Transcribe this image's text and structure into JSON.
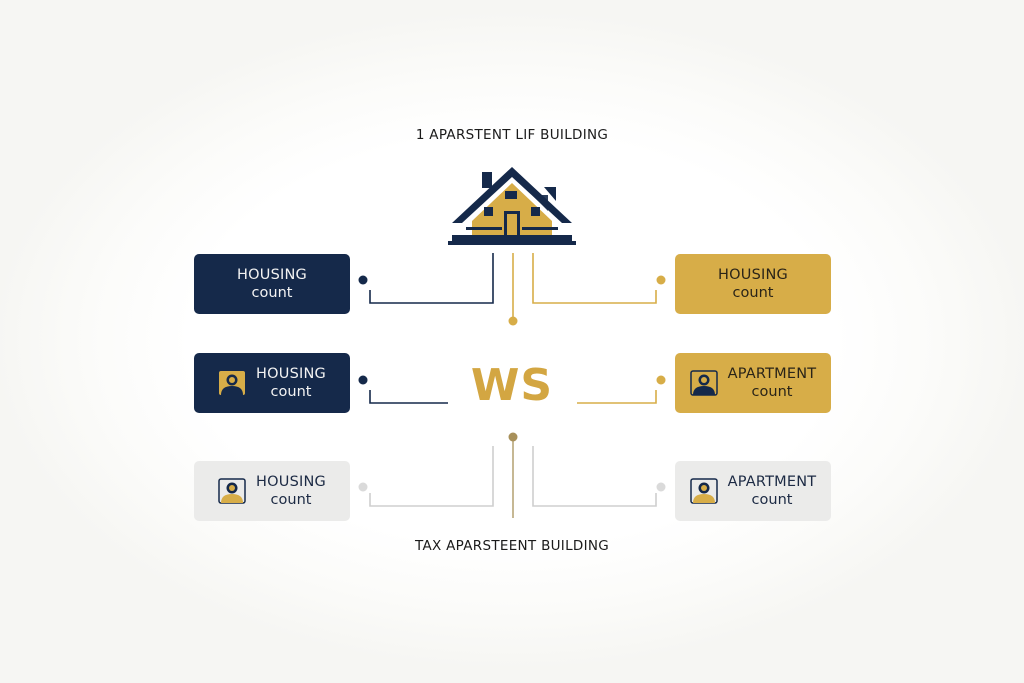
{
  "diagram": {
    "title_top": "1 APARSTENT LIF BUILDING",
    "title_bottom": "TAX APARSTEENT BUILDING",
    "center_label": "WS",
    "colors": {
      "navy": "#15294a",
      "gold": "#d7ad48",
      "light": "#ebebea",
      "light_line": "#cfcfcf"
    },
    "icons": {
      "top": "house-icon",
      "card": "person-icon"
    },
    "left_cards": [
      {
        "line1": "HOUSING",
        "line2": "count",
        "style": "navy",
        "icon": ""
      },
      {
        "line1": "HOUSING",
        "line2": "count",
        "style": "navy",
        "icon": "person-icon"
      },
      {
        "line1": "HOUSING",
        "line2": "count",
        "style": "light",
        "icon": "person-icon"
      }
    ],
    "right_cards": [
      {
        "line1": "HOUSING",
        "line2": "count",
        "style": "gold",
        "icon": ""
      },
      {
        "line1": "APARTMENT",
        "line2": "count",
        "style": "gold",
        "icon": "person-icon"
      },
      {
        "line1": "APARTMENT",
        "line2": "count",
        "style": "light",
        "icon": "person-icon"
      }
    ]
  }
}
